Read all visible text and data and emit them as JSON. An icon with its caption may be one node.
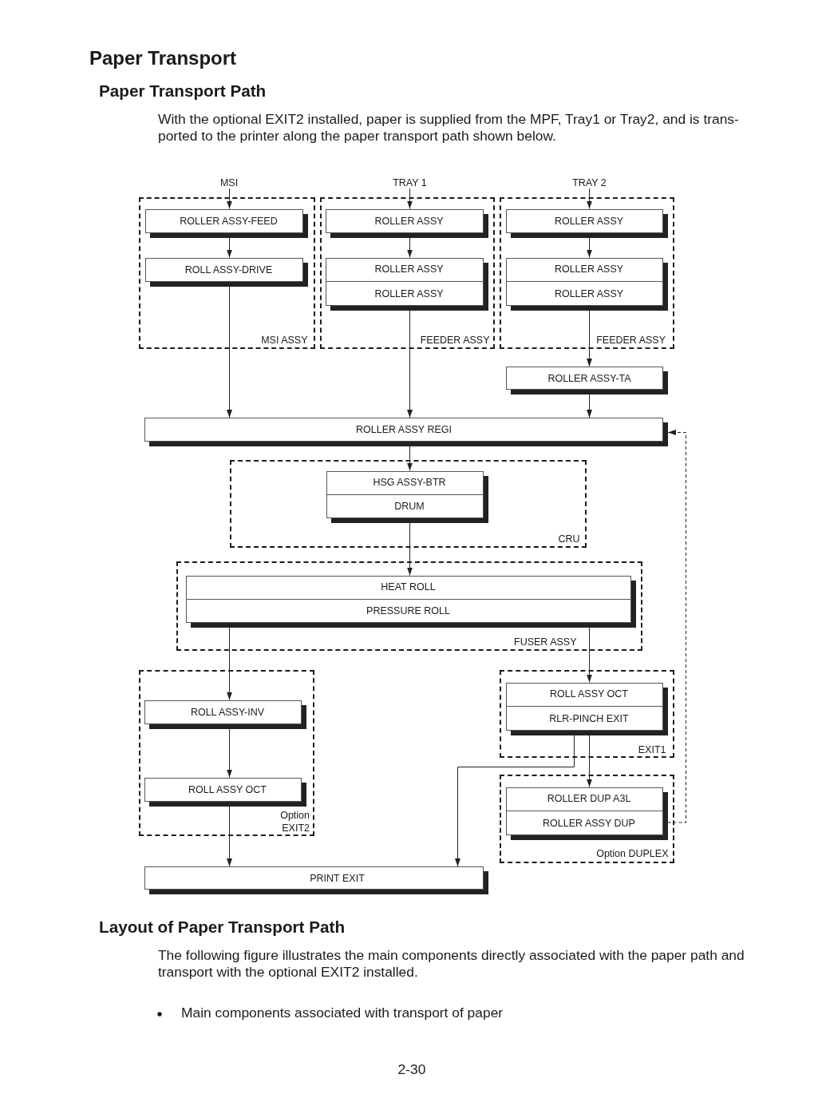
{
  "diagram": {
    "title": "Paper Transport",
    "nodes": [
      {
        "text": [
          "MSI"
        ]
      },
      {
        "text": [
          "TRAY 1"
        ]
      },
      {
        "text": [
          "TRAY 2"
        ]
      },
      {
        "text": [
          "MSI ASSY"
        ]
      },
      {
        "text": [
          "ROLLER ASSY-FEED"
        ],
        "in": 3
      },
      {
        "text": [
          "ROLL ASSY-DRIVE"
        ],
        "in": 3
      },
      {
        "text": [
          "FEEDER ASSY"
        ]
      },
      {
        "text": [
          "ROLLER ASSY"
        ],
        "in": 6
      },
      {
        "text": [
          "ROLLER ASSY",
          "ROLLER ASSY"
        ],
        "in": 6
      },
      {
        "text": [
          "FEEDER ASSY"
        ]
      },
      {
        "text": [
          "ROLLER ASSY"
        ],
        "in": 9
      },
      {
        "text": [
          "ROLLER ASSY",
          "ROLLER ASSY"
        ],
        "in": 9
      },
      {
        "text": [
          "ROLLER ASSY-TA"
        ]
      },
      {
        "text": [
          "ROLLER ASSY REGI"
        ]
      },
      {
        "text": [
          "CRU"
        ]
      },
      {
        "text": [
          "HSG ASSY-BTR",
          "DRUM"
        ],
        "in": 14
      },
      {
        "text": [
          "FUSER ASSY"
        ]
      },
      {
        "text": [
          "HEAT ROLL",
          "PRESSURE ROLL"
        ],
        "in": 16
      },
      {
        "text": [
          "Option EXIT2"
        ]
      },
      {
        "text": [
          "ROLL ASSY-INV"
        ],
        "in": 18
      },
      {
        "text": [
          "ROLL ASSY OCT"
        ],
        "in": 18
      },
      {
        "text": [
          "EXIT1"
        ]
      },
      {
        "text": [
          "ROLL ASSY OCT",
          "RLR-PINCH EXIT"
        ],
        "in": 21
      },
      {
        "text": [
          "Option DUPLEX"
        ]
      },
      {
        "text": [
          "ROLLER DUP A3L",
          "ROLLER ASSY DUP"
        ],
        "in": 23
      },
      {
        "text": [
          "PRINT EXIT"
        ]
      }
    ],
    "edges": [
      {
        "from": 0,
        "to": 4,
        "arrow": "to"
      },
      {
        "from": 4,
        "to": 5,
        "arrow": "to"
      },
      {
        "from": 5,
        "to": 13,
        "arrow": "to"
      },
      {
        "from": 1,
        "to": 7,
        "arrow": "to"
      },
      {
        "from": 7,
        "to": 8,
        "arrow": "to"
      },
      {
        "from": 8,
        "to": 13,
        "arrow": "to"
      },
      {
        "from": 2,
        "to": 10,
        "arrow": "to"
      },
      {
        "from": 10,
        "to": 11,
        "arrow": "to"
      },
      {
        "from": 11,
        "to": 12,
        "arrow": "to"
      },
      {
        "from": 12,
        "to": 13,
        "arrow": "to"
      },
      {
        "from": 13,
        "to": 15,
        "arrow": "to"
      },
      {
        "from": 15,
        "to": 17,
        "arrow": "to"
      },
      {
        "from": 17,
        "to": 19,
        "arrow": "to"
      },
      {
        "from": 19,
        "to": 20,
        "arrow": "to"
      },
      {
        "from": 20,
        "to": 25,
        "arrow": "to"
      },
      {
        "from": 17,
        "to": 22,
        "arrow": "to"
      },
      {
        "from": 22,
        "to": 25,
        "arrow": "to"
      },
      {
        "from": 22,
        "to": 24,
        "arrow": "to"
      },
      {
        "from": 24,
        "to": 13,
        "arrow": "to",
        "style": "dashed"
      }
    ],
    "labels": [
      "Paper Transport Path",
      "With the optional EXIT2 installed, paper is supplied from the MPF, Tray1 or Tray2, and is trans-ported to the printer along the paper transport path shown below.",
      "Layout of Paper Transport Path",
      "The following figure illustrates the main components directly associated with the paper path and transport with the optional EXIT2 installed.",
      "Main components associated with transport of paper",
      "2-30"
    ]
  }
}
